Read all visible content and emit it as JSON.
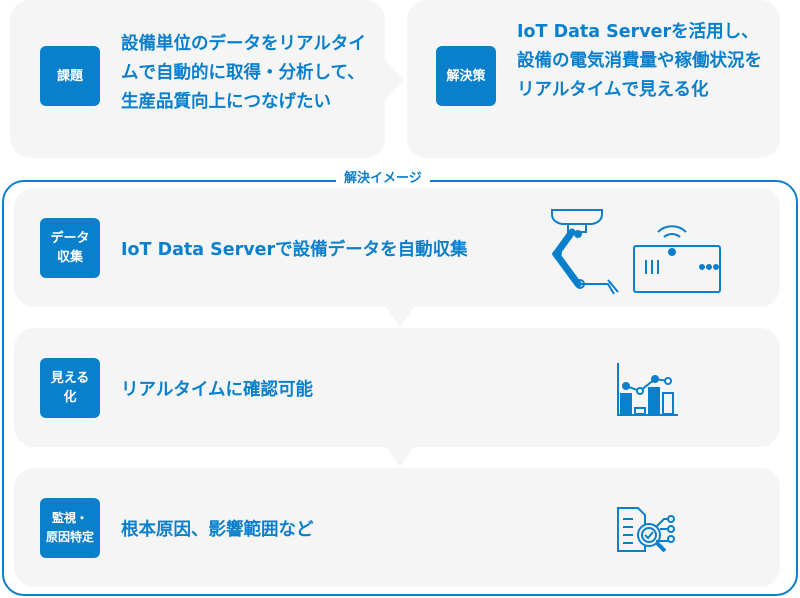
{
  "problem": {
    "badge": "課題",
    "text": "設備単位のデータをリアルタイムで自動的に取得・分析して、生産品質向上につなげたい"
  },
  "solution": {
    "badge": "解決策",
    "text": "IoT Data Serverを活用し、設備の電気消費量や稼働状況をリアルタイムで見える化"
  },
  "image_section": {
    "label": "解決イメージ",
    "steps": [
      {
        "badge_line1": "データ",
        "badge_line2": "収集",
        "text": "IoT Data Serverで設備データを自動収集",
        "icon": "robot-arm-and-router-icon"
      },
      {
        "badge_line1": "見える",
        "badge_line2": "化",
        "text": "リアルタイムに確認可能",
        "icon": "chart-icon"
      },
      {
        "badge_line1": "監視・",
        "badge_line2": "原因特定",
        "text": "根本原因、影響範囲など",
        "icon": "document-analysis-icon"
      }
    ]
  },
  "colors": {
    "accent": "#0a80cc",
    "panel": "#f5f5f5"
  }
}
